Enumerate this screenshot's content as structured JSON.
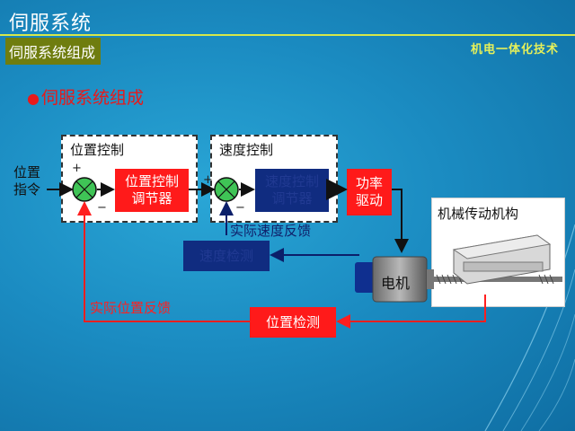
{
  "slide": {
    "title": "伺服系统",
    "subtitle": "伺服系统组成",
    "brand": "机电一体化技术",
    "bullet": "伺服系统组成",
    "colors": {
      "background": "#1b8cc2",
      "accent_red": "#ff1a1a",
      "navy": "#102c80",
      "highlight": "#d7e84a"
    }
  },
  "diagram": {
    "input_label": "位置指令",
    "position_group_label": "位置控制",
    "speed_group_label": "速度控制",
    "position_controller": "位置控制调节器",
    "speed_controller": "速度控制调节器",
    "power_drive": "功率驱动",
    "motor": "电机",
    "mechanism": "机械传动机构",
    "speed_sensor": "速度检测",
    "position_sensor": "位置检测",
    "speed_feedback": "实际速度反馈",
    "position_feedback": "实际位置反馈",
    "plus_sign": "+",
    "minus_sign": "−"
  }
}
